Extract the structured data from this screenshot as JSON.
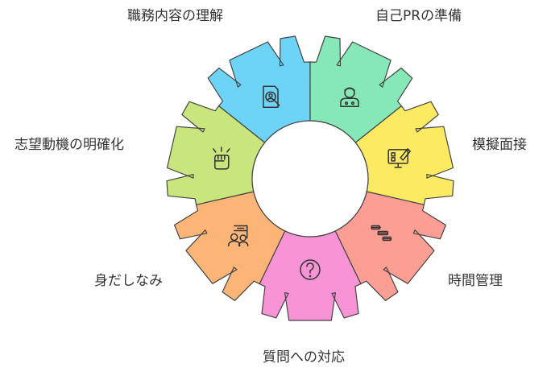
{
  "diagram": {
    "segments": [
      {
        "label": "職務内容の理解",
        "color": "#6dd4f8",
        "icon": "document-search-icon"
      },
      {
        "label": "自己PRの準備",
        "color": "#86e8b6",
        "icon": "person-icon"
      },
      {
        "label": "模擬面接",
        "color": "#fbea62",
        "icon": "monitor-pen-icon"
      },
      {
        "label": "時間管理",
        "color": "#fc9e93",
        "icon": "timeline-icon"
      },
      {
        "label": "質問への対応",
        "color": "#f893d5",
        "icon": "question-icon"
      },
      {
        "label": "身だしなみ",
        "color": "#fcb577",
        "icon": "presentation-icon"
      },
      {
        "label": "志望動機の明確化",
        "color": "#c8e57e",
        "icon": "fist-icon"
      }
    ]
  }
}
